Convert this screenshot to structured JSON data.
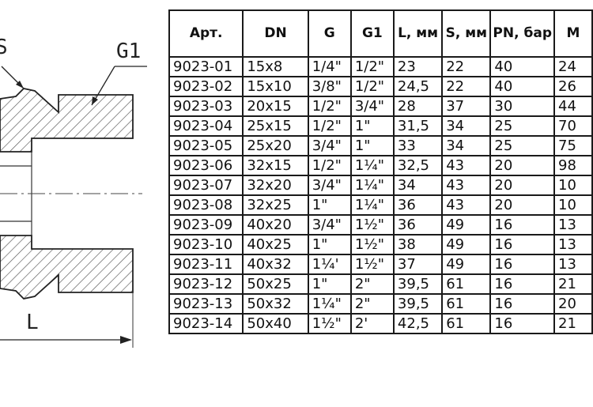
{
  "drawing": {
    "labels": {
      "s": "S",
      "g1": "G1",
      "l": "L"
    }
  },
  "table": {
    "headers": [
      "Арт.",
      "DN",
      "G",
      "G1",
      "L, мм",
      "S, мм",
      "PN, бар",
      "М"
    ],
    "rows": [
      [
        "9023-01",
        "15x8",
        "1/4\"",
        "1/2\"",
        "23",
        "22",
        "40",
        "24"
      ],
      [
        "9023-02",
        "15x10",
        "3/8\"",
        "1/2\"",
        "24,5",
        "22",
        "40",
        "26"
      ],
      [
        "9023-03",
        "20x15",
        "1/2\"",
        "3/4\"",
        "28",
        "37",
        "30",
        "44"
      ],
      [
        "9023-04",
        "25x15",
        "1/2\"",
        "1\"",
        "31,5",
        "34",
        "25",
        "70"
      ],
      [
        "9023-05",
        "25x20",
        "3/4\"",
        "1\"",
        "33",
        "34",
        "25",
        "75"
      ],
      [
        "9023-06",
        "32x15",
        "1/2\"",
        "1¼\"",
        "32,5",
        "43",
        "20",
        "98"
      ],
      [
        "9023-07",
        "32x20",
        "3/4\"",
        "1¼\"",
        "34",
        "43",
        "20",
        "10"
      ],
      [
        "9023-08",
        "32x25",
        "1\"",
        "1¼\"",
        "36",
        "43",
        "20",
        "10"
      ],
      [
        "9023-09",
        "40x20",
        "3/4\"",
        "1½\"",
        "36",
        "49",
        "16",
        "13"
      ],
      [
        "9023-10",
        "40x25",
        "1\"",
        "1½\"",
        "38",
        "49",
        "16",
        "13"
      ],
      [
        "9023-11",
        "40x32",
        "1¼'",
        "1½\"",
        "37",
        "49",
        "16",
        "13"
      ],
      [
        "9023-12",
        "50x25",
        "1\"",
        "2\"",
        "39,5",
        "61",
        "16",
        "21"
      ],
      [
        "9023-13",
        "50x32",
        "1¼\"",
        "2\"",
        "39,5",
        "61",
        "16",
        "20"
      ],
      [
        "9023-14",
        "50x40",
        "1½\"",
        "2'",
        "42,5",
        "61",
        "16",
        "21"
      ]
    ]
  }
}
